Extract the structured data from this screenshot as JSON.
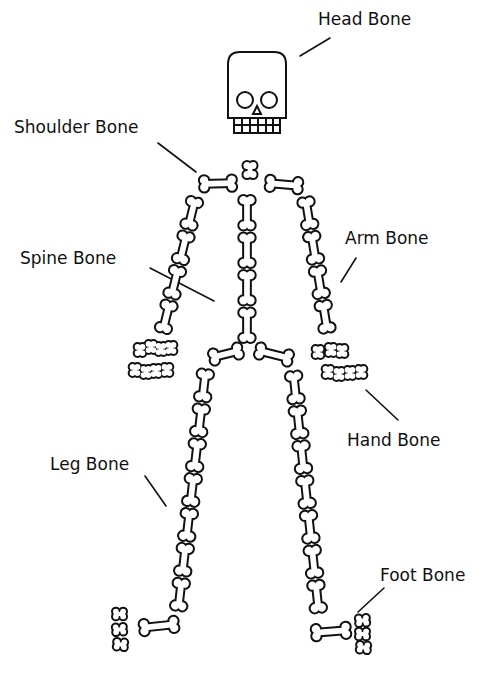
{
  "diagram": {
    "labels": [
      "Head Bone",
      "Shoulder Bone",
      "Spine Bone",
      "Arm Bone",
      "Hand Bone",
      "Leg Bone",
      "Foot Bone"
    ]
  }
}
